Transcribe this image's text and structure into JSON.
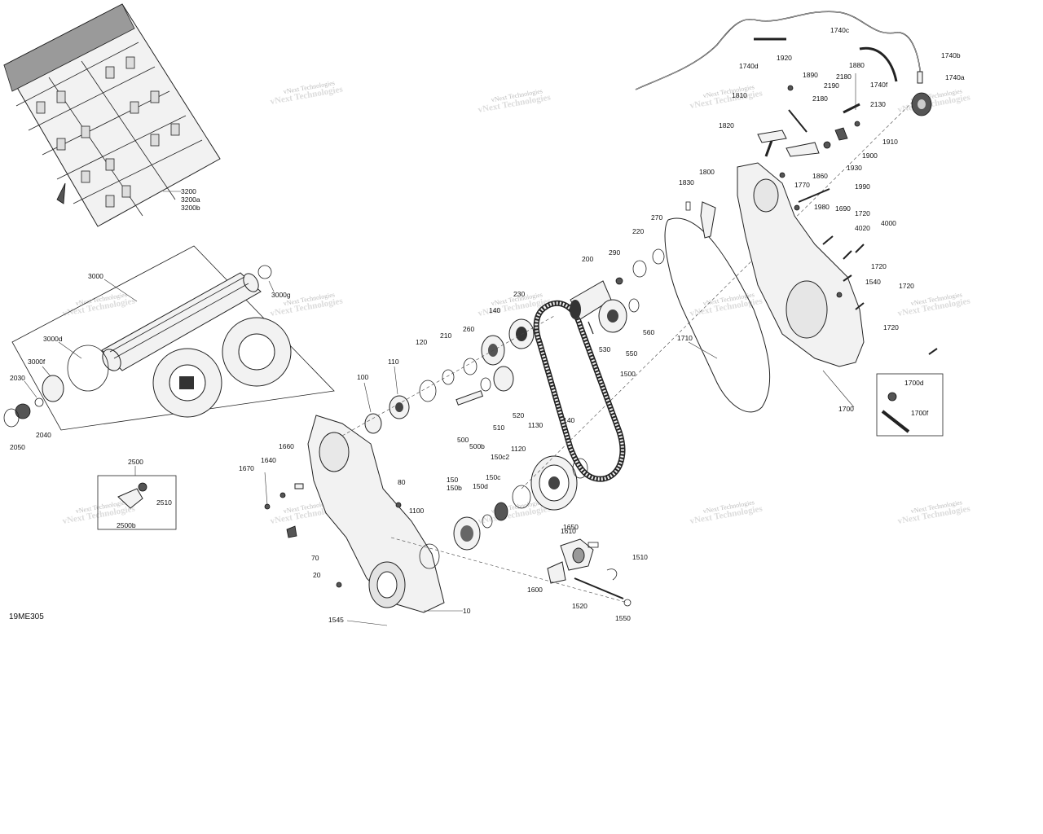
{
  "diagram_code": "19ME305",
  "watermark": "vNext Technologies",
  "labels": [
    {
      "id": "3200",
      "text": "3200"
    },
    {
      "id": "3200a",
      "text": "3200a"
    },
    {
      "id": "3200b",
      "text": "3200b"
    },
    {
      "id": "3000",
      "text": "3000"
    },
    {
      "id": "3000g",
      "text": "3000g"
    },
    {
      "id": "3000d",
      "text": "3000d"
    },
    {
      "id": "3000f",
      "text": "3000f"
    },
    {
      "id": "2030",
      "text": "2030"
    },
    {
      "id": "2040",
      "text": "2040"
    },
    {
      "id": "2050",
      "text": "2050"
    },
    {
      "id": "2500",
      "text": "2500"
    },
    {
      "id": "2510",
      "text": "2510"
    },
    {
      "id": "2500b",
      "text": "2500b"
    },
    {
      "id": "1670",
      "text": "1670"
    },
    {
      "id": "1640",
      "text": "1640"
    },
    {
      "id": "1660",
      "text": "1660"
    },
    {
      "id": "70",
      "text": "70"
    },
    {
      "id": "20",
      "text": "20"
    },
    {
      "id": "10",
      "text": "10"
    },
    {
      "id": "1545",
      "text": "1545"
    },
    {
      "id": "100",
      "text": "100"
    },
    {
      "id": "110",
      "text": "110"
    },
    {
      "id": "120",
      "text": "120"
    },
    {
      "id": "210",
      "text": "210"
    },
    {
      "id": "260",
      "text": "260"
    },
    {
      "id": "140",
      "text": "140"
    },
    {
      "id": "230",
      "text": "230"
    },
    {
      "id": "500",
      "text": "500"
    },
    {
      "id": "500b",
      "text": "500b"
    },
    {
      "id": "510",
      "text": "510"
    },
    {
      "id": "520",
      "text": "520"
    },
    {
      "id": "80",
      "text": "80"
    },
    {
      "id": "1100",
      "text": "1100"
    },
    {
      "id": "150",
      "text": "150"
    },
    {
      "id": "150b",
      "text": "150b"
    },
    {
      "id": "150d",
      "text": "150d"
    },
    {
      "id": "150c",
      "text": "150c"
    },
    {
      "id": "150c2",
      "text": "150c2"
    },
    {
      "id": "1120",
      "text": "1120"
    },
    {
      "id": "1130",
      "text": "1130"
    },
    {
      "id": "1140",
      "text": "1140"
    },
    {
      "id": "1500",
      "text": "1500"
    },
    {
      "id": "200",
      "text": "200"
    },
    {
      "id": "290",
      "text": "290"
    },
    {
      "id": "220",
      "text": "220"
    },
    {
      "id": "270",
      "text": "270"
    },
    {
      "id": "530",
      "text": "530"
    },
    {
      "id": "550",
      "text": "550"
    },
    {
      "id": "560",
      "text": "560"
    },
    {
      "id": "1650",
      "text": "1650"
    },
    {
      "id": "1610",
      "text": "1610"
    },
    {
      "id": "1600",
      "text": "1600"
    },
    {
      "id": "1520",
      "text": "1520"
    },
    {
      "id": "1510",
      "text": "1510"
    },
    {
      "id": "1550",
      "text": "1550"
    },
    {
      "id": "1710",
      "text": "1710"
    },
    {
      "id": "1700",
      "text": "1700"
    },
    {
      "id": "1700d",
      "text": "1700d"
    },
    {
      "id": "1700f",
      "text": "1700f"
    },
    {
      "id": "1830",
      "text": "1830"
    },
    {
      "id": "1800",
      "text": "1800"
    },
    {
      "id": "1820",
      "text": "1820"
    },
    {
      "id": "1810",
      "text": "1810"
    },
    {
      "id": "1770",
      "text": "1770"
    },
    {
      "id": "1860",
      "text": "1860"
    },
    {
      "id": "1930",
      "text": "1930"
    },
    {
      "id": "1900",
      "text": "1900"
    },
    {
      "id": "1910",
      "text": "1910"
    },
    {
      "id": "2130",
      "text": "2130"
    },
    {
      "id": "2180",
      "text": "2180"
    },
    {
      "id": "2180b",
      "text": "2180"
    },
    {
      "id": "2190",
      "text": "2190"
    },
    {
      "id": "1890",
      "text": "1890"
    },
    {
      "id": "1920",
      "text": "1920"
    },
    {
      "id": "1880",
      "text": "1880"
    },
    {
      "id": "1740d",
      "text": "1740d"
    },
    {
      "id": "1740c",
      "text": "1740c"
    },
    {
      "id": "1740f",
      "text": "1740f"
    },
    {
      "id": "1740b",
      "text": "1740b"
    },
    {
      "id": "1740a",
      "text": "1740a"
    },
    {
      "id": "1990",
      "text": "1990"
    },
    {
      "id": "1980",
      "text": "1980"
    },
    {
      "id": "1690",
      "text": "1690"
    },
    {
      "id": "1720a",
      "text": "1720"
    },
    {
      "id": "4020",
      "text": "4020"
    },
    {
      "id": "4000",
      "text": "4000"
    },
    {
      "id": "1720b",
      "text": "1720"
    },
    {
      "id": "1540",
      "text": "1540"
    },
    {
      "id": "1720c",
      "text": "1720"
    },
    {
      "id": "1720d",
      "text": "1720"
    }
  ]
}
